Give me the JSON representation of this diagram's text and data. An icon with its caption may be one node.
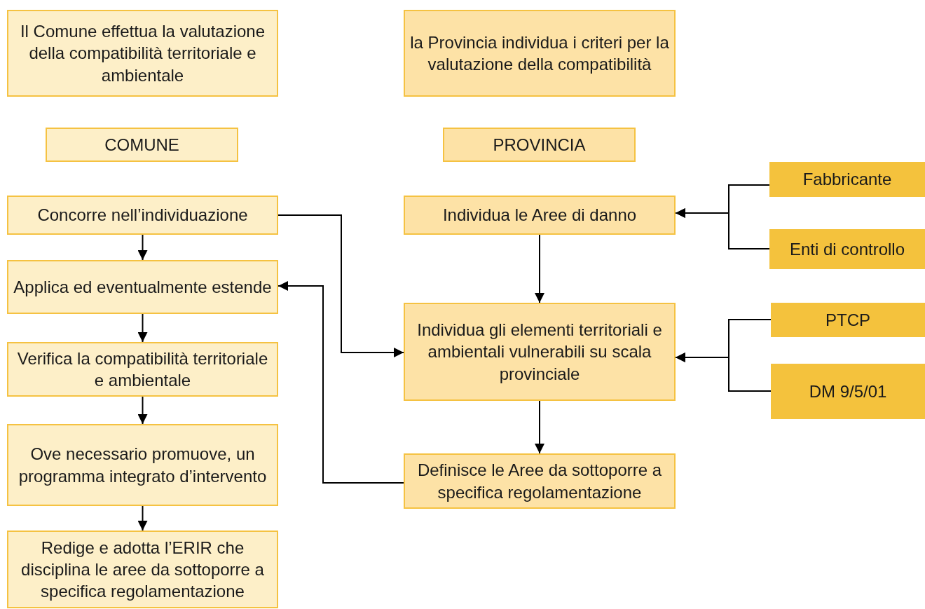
{
  "diagram": {
    "nodes": [
      {
        "text": [
          "Il Comune effettua la valutazione della compatibilità territoriale e ambientale"
        ]
      },
      {
        "text": [
          "la Provincia individua i criteri per la valutazione della compatibilità"
        ]
      },
      {
        "text": [
          "COMUNE"
        ]
      },
      {
        "text": [
          "PROVINCIA"
        ]
      },
      {
        "text": [
          "Concorre nell’individuazione"
        ]
      },
      {
        "text": [
          "Applica ed eventualmente estende"
        ]
      },
      {
        "text": [
          "Verifica la compatibilità territoriale e ambientale"
        ]
      },
      {
        "text": [
          "Ove necessario promuove, un programma integrato d’intervento"
        ]
      },
      {
        "text": [
          "Redige e adotta l’ERIR che disciplina le aree da sottoporre a specifica regolamentazione"
        ]
      },
      {
        "text": [
          "Individua le Aree di danno"
        ]
      },
      {
        "text": [
          "Individua gli elementi territoriali e ambientali vulnerabili su scala provinciale"
        ]
      },
      {
        "text": [
          "Definisce le Aree da sottoporre a specifica regolamentazione"
        ]
      },
      {
        "text": [
          "Fabbricante"
        ]
      },
      {
        "text": [
          "Enti di controllo"
        ]
      },
      {
        "text": [
          "PTCP"
        ]
      },
      {
        "text": [
          "DM 9/5/01"
        ]
      }
    ],
    "edges": [
      {
        "from": 4,
        "to": 5,
        "arrow": "to"
      },
      {
        "from": 5,
        "to": 6,
        "arrow": "to"
      },
      {
        "from": 6,
        "to": 7,
        "arrow": "to"
      },
      {
        "from": 7,
        "to": 8,
        "arrow": "to"
      },
      {
        "from": 4,
        "to": 10,
        "arrow": "to"
      },
      {
        "from": 11,
        "to": 5,
        "arrow": "to"
      },
      {
        "from": 9,
        "to": 10,
        "arrow": "to"
      },
      {
        "from": 10,
        "to": 11,
        "arrow": "to"
      },
      {
        "from": 12,
        "to": 9,
        "arrow": "to"
      },
      {
        "from": 13,
        "to": 9,
        "arrow": "to"
      },
      {
        "from": 14,
        "to": 10,
        "arrow": "to"
      },
      {
        "from": 15,
        "to": 10,
        "arrow": "to"
      }
    ]
  }
}
